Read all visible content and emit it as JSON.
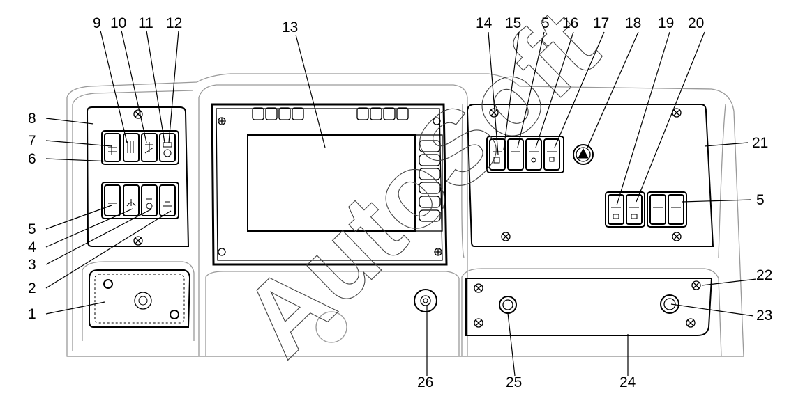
{
  "callouts": {
    "c1": "1",
    "c2": "2",
    "c3": "3",
    "c4": "4",
    "c5": "5",
    "c6": "6",
    "c7": "7",
    "c8": "8",
    "c9": "9",
    "c10": "10",
    "c11": "11",
    "c12": "12",
    "c13": "13",
    "c14": "14",
    "c15": "15",
    "c5b": "5",
    "c16": "16",
    "c17": "17",
    "c18": "18",
    "c19": "19",
    "c20": "20",
    "c21": "21",
    "c5c": "5",
    "c22": "22",
    "c23": "23",
    "c24": "24",
    "c25": "25",
    "c26": "26"
  },
  "watermark": "AutoSoft",
  "colors": {
    "line": "#000000",
    "faint": "#9a9a9a",
    "background": "#ffffff"
  }
}
